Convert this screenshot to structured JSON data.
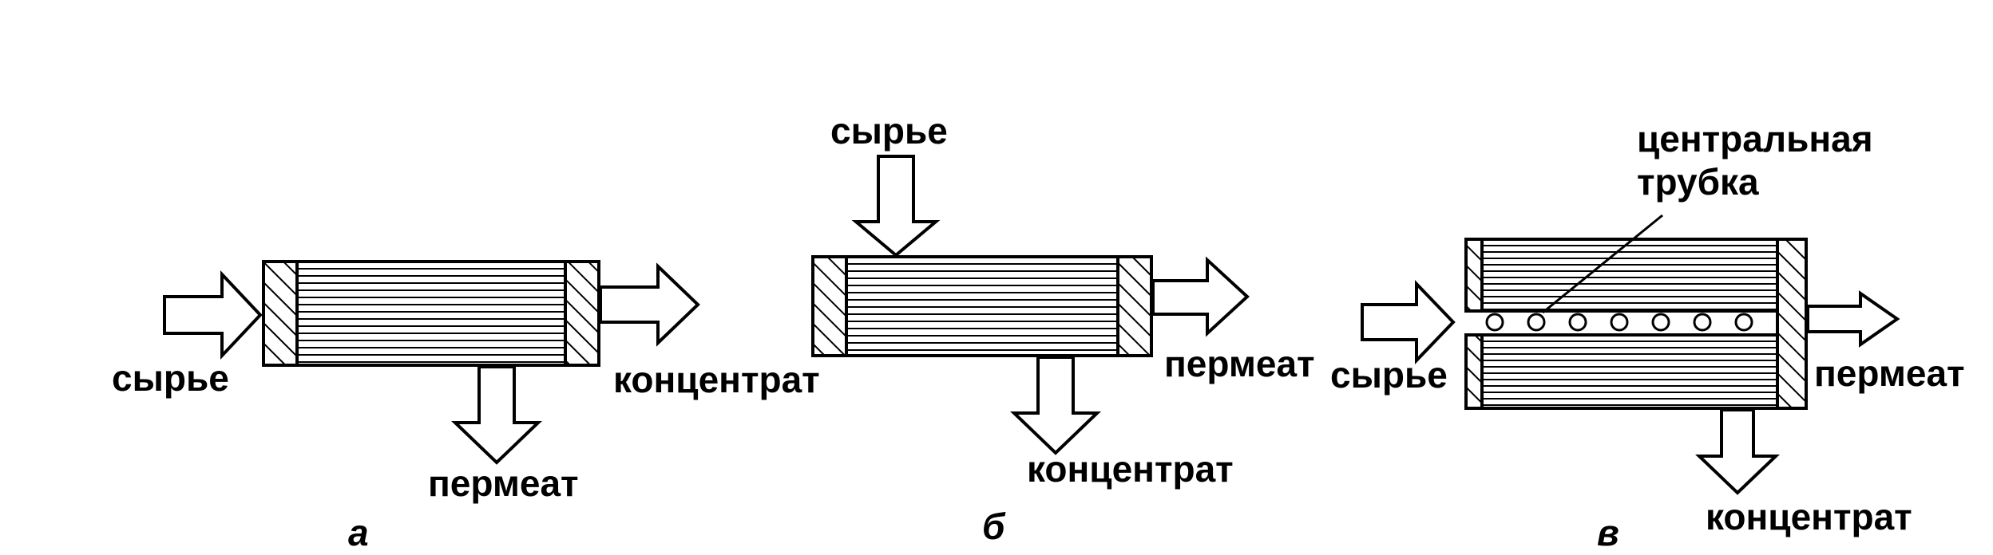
{
  "colors": {
    "ink": "#000000",
    "paper": "#ffffff"
  },
  "panel_a": {
    "feed": "сырье",
    "concentrate": "концентрат",
    "permeate": "пермеат",
    "caption": "а"
  },
  "panel_b": {
    "feed": "сырье",
    "permeate": "пермеат",
    "concentrate": "концентрат",
    "caption": "б"
  },
  "panel_c": {
    "tube_line1": "центральная",
    "tube_line2": "трубка",
    "feed": "сырье",
    "permeate": "пермеат",
    "concentrate": "концентрат",
    "caption": "в"
  }
}
